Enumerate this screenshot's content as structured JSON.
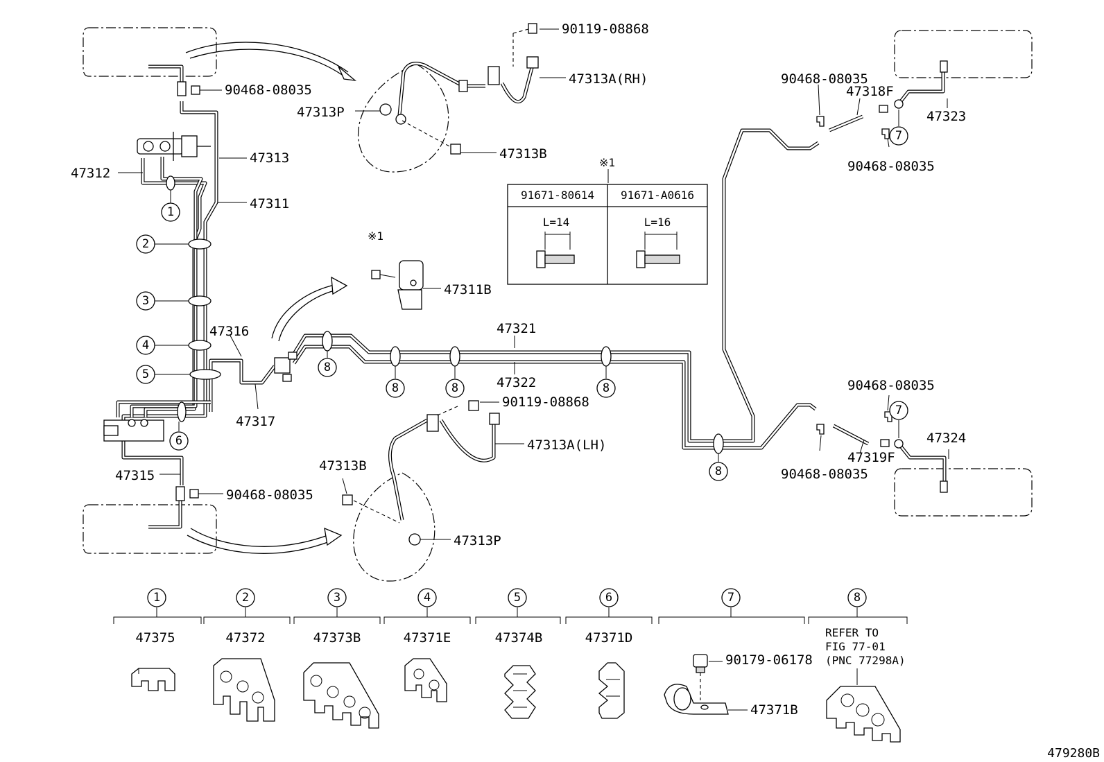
{
  "labels": {
    "p90119_top": "90119-08868",
    "p47313a_rh": "47313A(RH)",
    "p90468_tl": "90468-08035",
    "p47313p_top": "47313P",
    "p47313b_top": "47313B",
    "p47313": "47313",
    "p47312": "47312",
    "p47311": "47311",
    "p47311b": "47311B",
    "p47316": "47316",
    "p47317": "47317",
    "p47321": "47321",
    "p47322": "47322",
    "p90119_mid": "90119-08868",
    "p47313a_lh": "47313A(LH)",
    "p47313b_bot": "47313B",
    "p47313p_bot": "47313P",
    "p47315": "47315",
    "p90468_bl": "90468-08035",
    "p90468_tr1": "90468-08035",
    "p47318f": "47318F",
    "p47323": "47323",
    "p90468_tr2": "90468-08035",
    "p90468_br1": "90468-08035",
    "p47319f": "47319F",
    "p47324": "47324",
    "p90468_br2": "90468-08035",
    "note_mark": "※1",
    "note_mark_small": "※1",
    "figure_code": "479280B"
  },
  "bolt_table": {
    "headers": [
      "91671-80614",
      "91671-A0616"
    ],
    "lengths": [
      "L=14",
      "L=16"
    ]
  },
  "callouts": [
    "1",
    "2",
    "3",
    "4",
    "5",
    "6",
    "7",
    "8"
  ],
  "legend": [
    {
      "num": "1",
      "part": "47375"
    },
    {
      "num": "2",
      "part": "47372"
    },
    {
      "num": "3",
      "part": "47373B"
    },
    {
      "num": "4",
      "part": "47371E"
    },
    {
      "num": "5",
      "part": "47374B"
    },
    {
      "num": "6",
      "part": "47371D"
    },
    {
      "num": "7",
      "part": "",
      "sub_bolt": "90179-06178",
      "sub_clamp": "47371B"
    },
    {
      "num": "8",
      "part": "",
      "refer": [
        "REFER TO",
        "FIG 77-01",
        "(PNC 77298A)"
      ]
    }
  ]
}
